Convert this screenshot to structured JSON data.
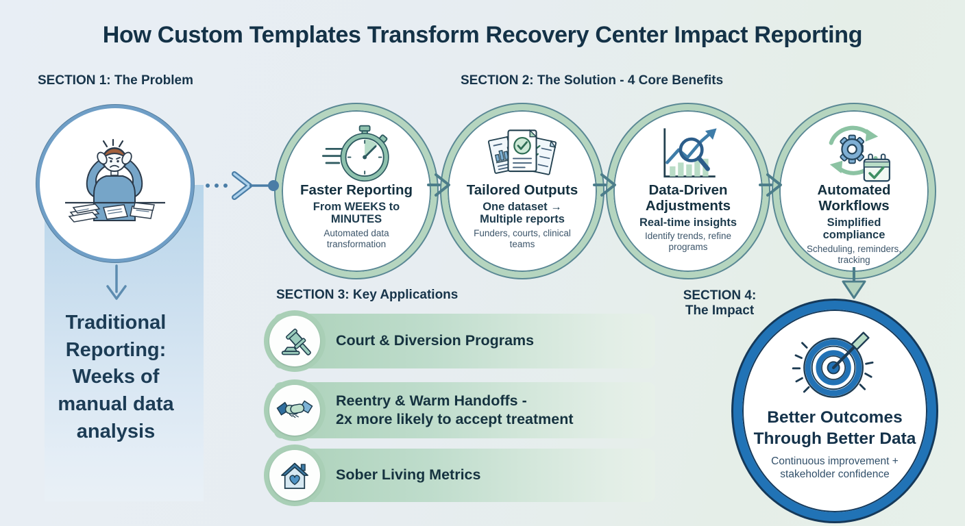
{
  "title": "How Custom Templates Transform Recovery Center Impact Reporting",
  "palette": {
    "navy_text": "#143247",
    "problem_blue_ring": "#6f9ec6",
    "problem_panel_blue": "#b7d5ea",
    "benefit_ring_sage": "#b5d5bf",
    "benefit_ring_outline_teal": "#5a8894",
    "application_bar_green": "#abd1b9",
    "impact_ring_blue": "#2173b6"
  },
  "section1": {
    "label": "SECTION 1: The Problem",
    "icon": "stressed-person-icon",
    "caption": "Traditional Reporting: Weeks of manual data analysis"
  },
  "connectors": {
    "problem_to_solution": "dotted-arrow-right",
    "between_benefits": "chevron-right",
    "benefit_to_impact": "arrow-down"
  },
  "section2": {
    "label": "SECTION 2: The Solution - 4 Core Benefits",
    "benefits": [
      {
        "icon": "stopwatch-icon",
        "title": "Faster Reporting",
        "subtitle": "From WEEKS to MINUTES",
        "detail": "Automated data transformation"
      },
      {
        "icon": "documents-icon",
        "title": "Tailored Outputs",
        "subtitle": "One dataset → Multiple reports",
        "detail": "Funders, courts, clinical teams"
      },
      {
        "icon": "chart-magnifier-icon",
        "title": "Data-Driven Adjustments",
        "subtitle": "Real-time insights",
        "detail": "Identify trends, refine programs"
      },
      {
        "icon": "gear-workflow-icon",
        "title": "Automated Workflows",
        "subtitle": "Simplified compliance",
        "detail": "Scheduling, reminders, tracking"
      }
    ]
  },
  "section3": {
    "label": "SECTION 3: Key Applications",
    "applications": [
      {
        "icon": "gavel-icon",
        "line1": "Court & Diversion Programs",
        "line2": ""
      },
      {
        "icon": "handshake-icon",
        "line1": "Reentry & Warm Handoffs -",
        "line2": "2x more likely to accept treatment"
      },
      {
        "icon": "house-heart-icon",
        "line1": "Sober Living Metrics",
        "line2": ""
      }
    ]
  },
  "section4": {
    "label_line1": "SECTION 4:",
    "label_line2": "The Impact",
    "icon": "target-arrow-icon",
    "title_line1": "Better Outcomes",
    "title_line2": "Through Better Data",
    "detail": "Continuous improvement + stakeholder confidence"
  }
}
